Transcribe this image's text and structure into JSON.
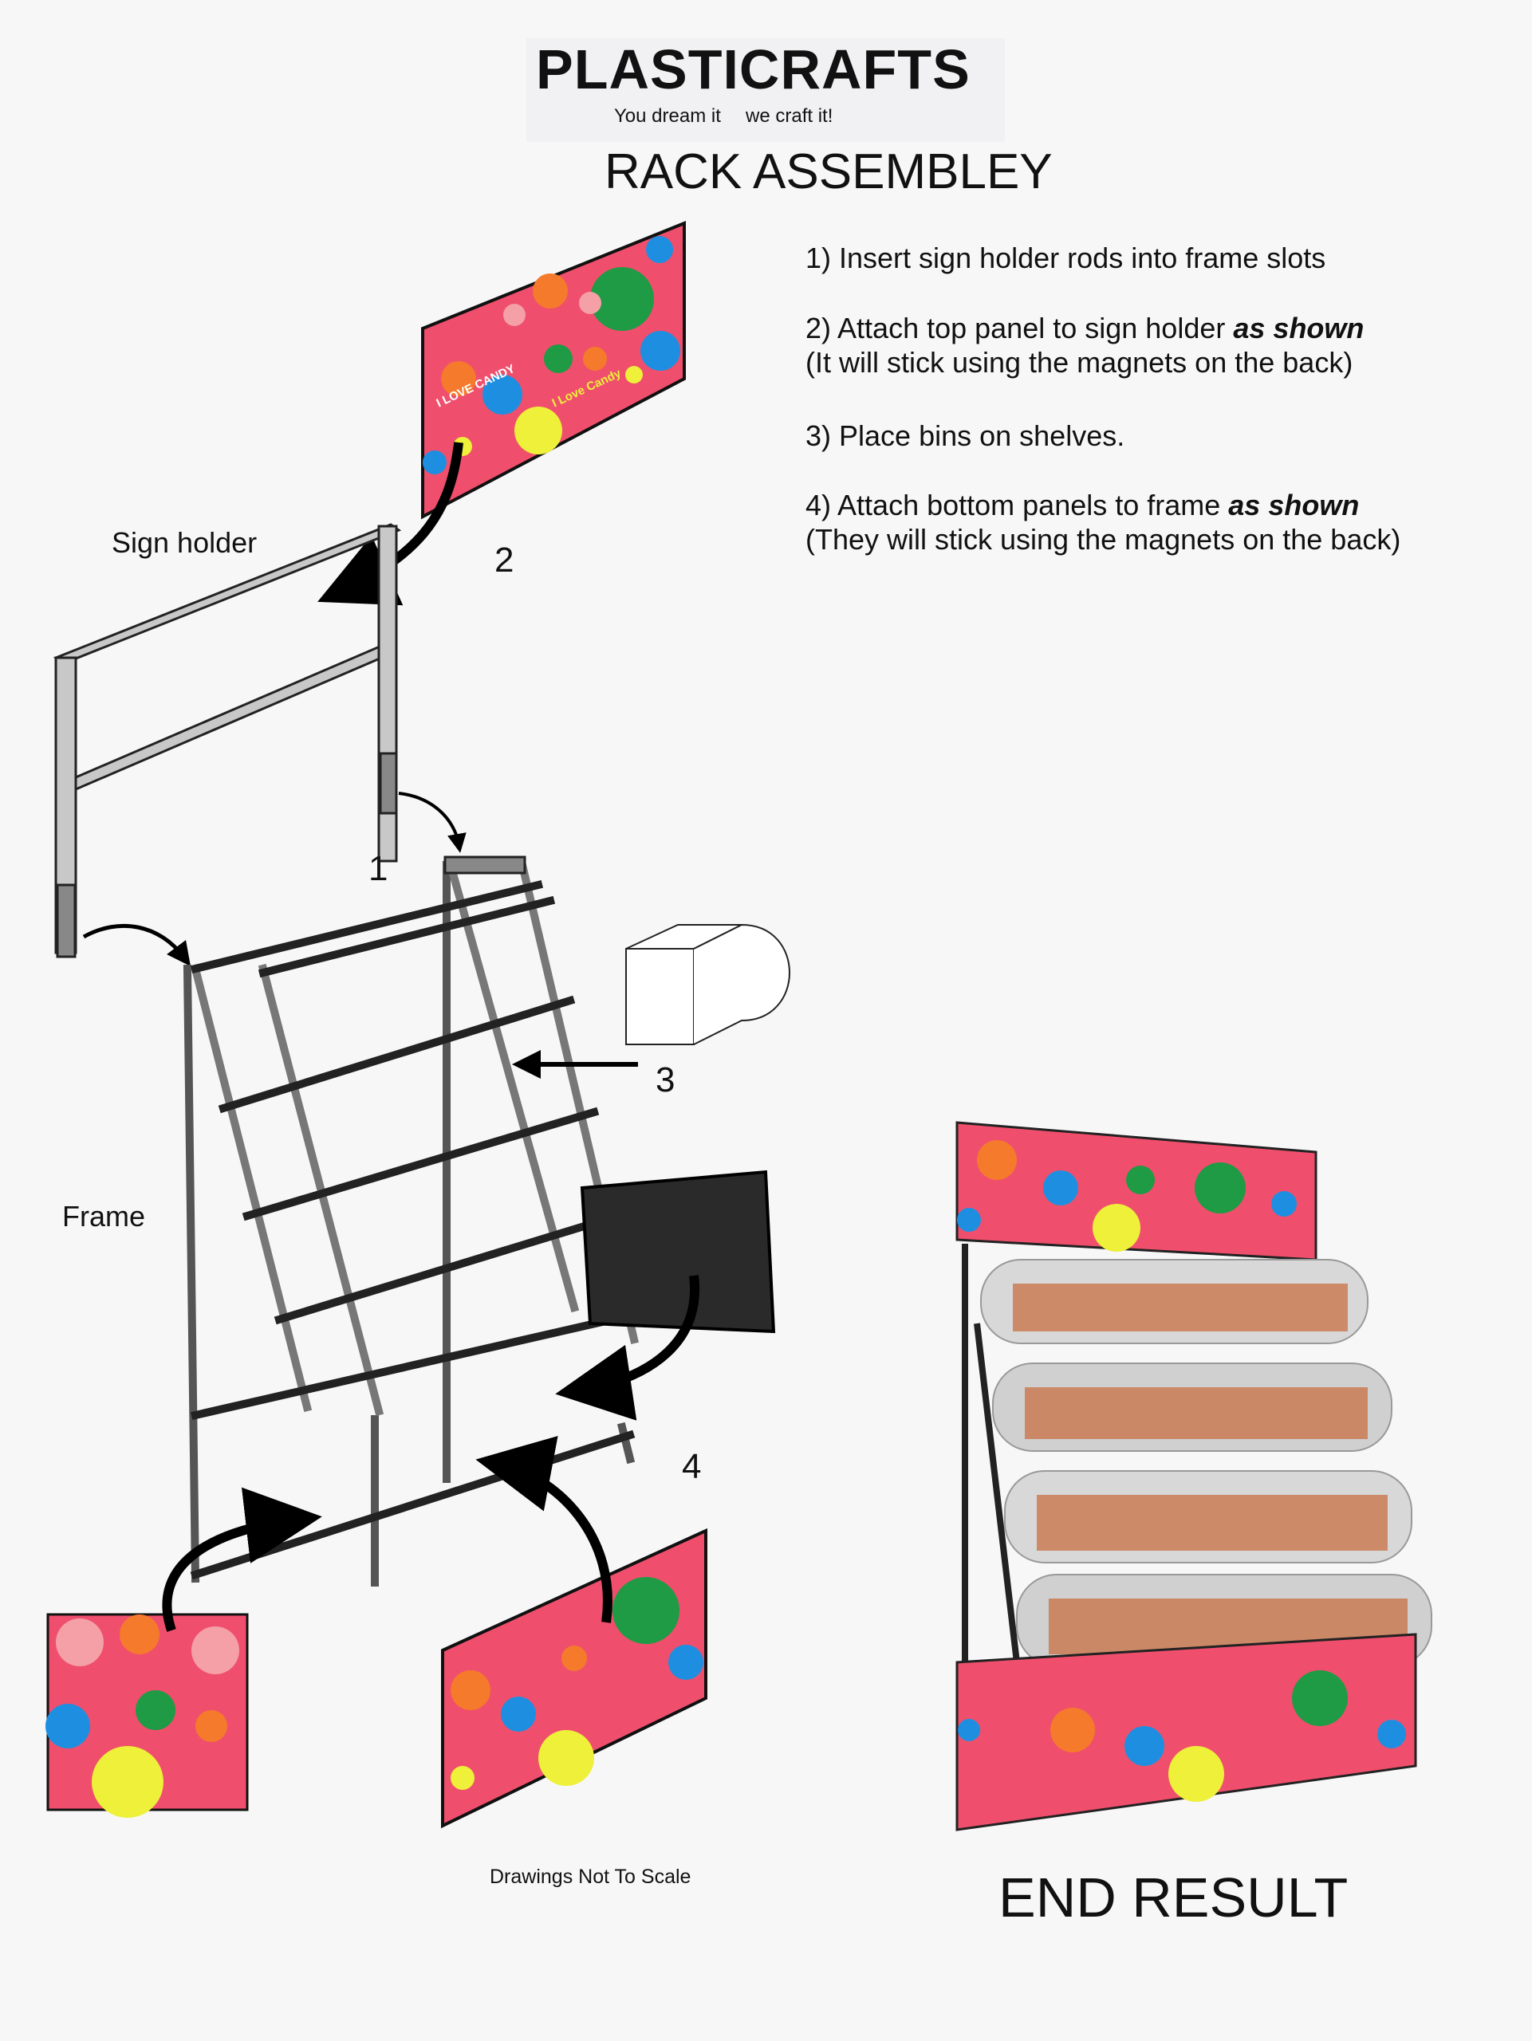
{
  "header": {
    "logo_text": "PLASTICRAFTS",
    "tagline_left": "You dream it",
    "tagline_right": "we craft it!",
    "title": "RACK ASSEMBLEY"
  },
  "steps": [
    {
      "text": "1) Insert sign holder rods into frame slots",
      "emphasis": "",
      "sub": ""
    },
    {
      "text": "2)  Attach top panel to sign holder ",
      "emphasis": "as shown",
      "sub": "(It will stick using the magnets on the back)"
    },
    {
      "text": "3) Place bins on shelves.",
      "emphasis": "",
      "sub": ""
    },
    {
      "text": "4) Attach bottom panels to frame ",
      "emphasis": "as shown",
      "sub": "(They will stick using the magnets on the back)"
    }
  ],
  "labels": {
    "sign_holder": "Sign holder",
    "frame": "Frame",
    "callout_1": "1",
    "callout_2": "2",
    "callout_3": "3",
    "callout_4": "4"
  },
  "panel_text": [
    "I LOVE CANDY",
    "I Love Candy"
  ],
  "footer": {
    "note": "Drawings Not To Scale",
    "end_result": "END RESULT"
  },
  "colors": {
    "panel_pink": "#ef4f6c",
    "dot_green": "#1f9a45",
    "dot_blue": "#1e8fe0",
    "dot_yellow": "#eef03a",
    "dot_orange": "#f57a2c",
    "dot_lightpink": "#f4a0a6"
  }
}
